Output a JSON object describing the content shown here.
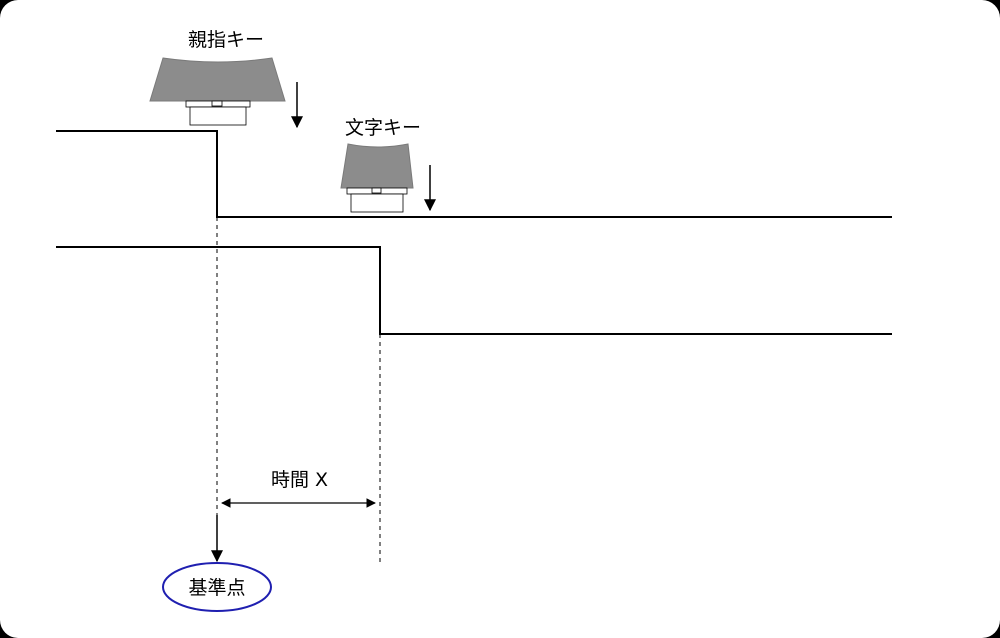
{
  "diagram": {
    "labels": {
      "thumb_key": "親指キー",
      "char_key": "文字キー",
      "time": "時間 X",
      "reference_point": "基準点"
    },
    "colors": {
      "line": "#000000",
      "key_cap": "#8c8c8c",
      "ellipse_stroke": "#1f1fb0"
    }
  }
}
